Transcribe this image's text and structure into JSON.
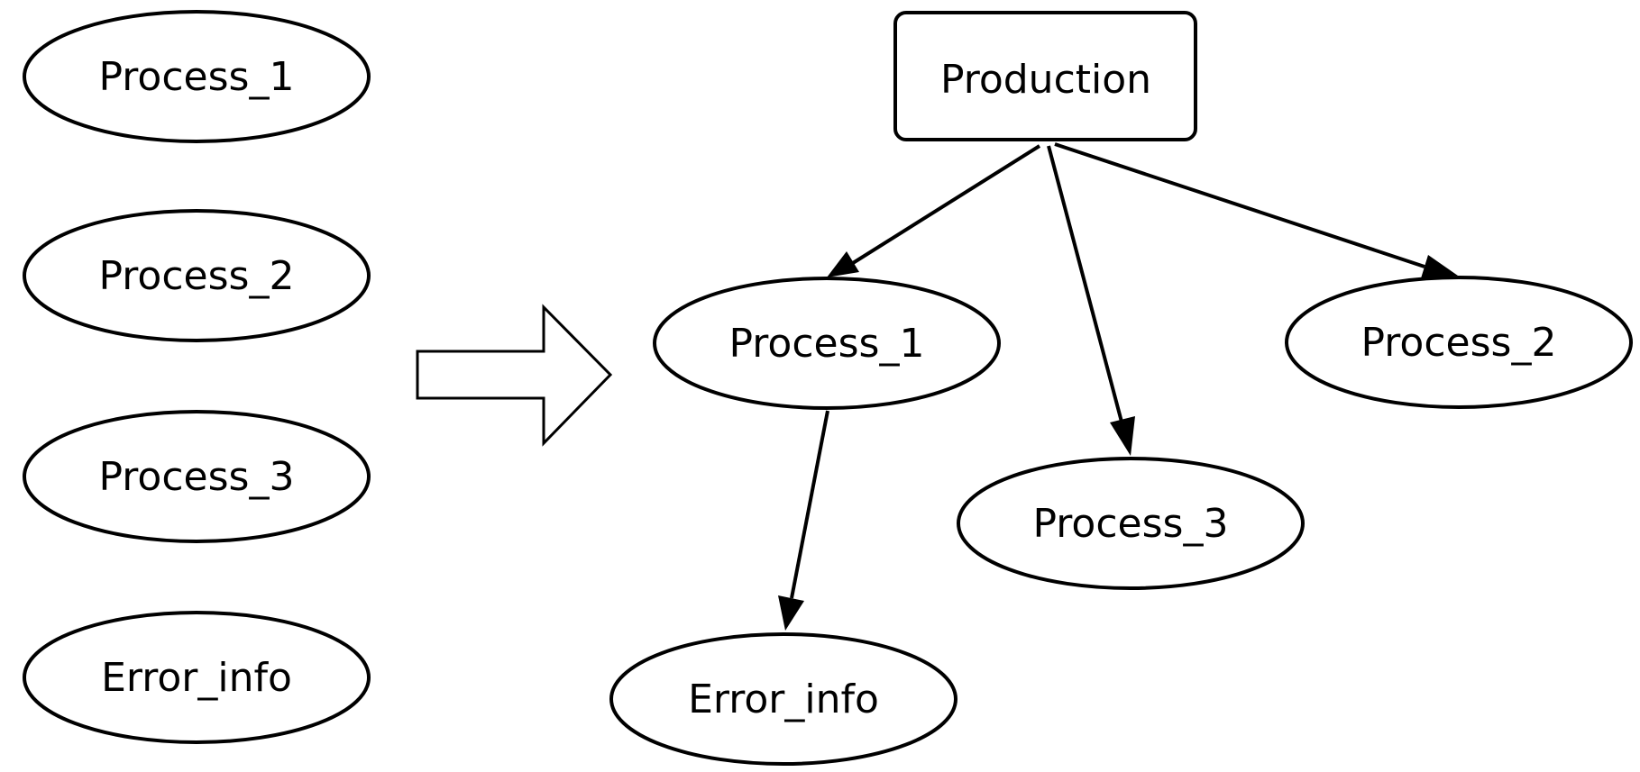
{
  "diagram": {
    "input_list": {
      "process_1": "Process_1",
      "process_2": "Process_2",
      "process_3": "Process_3",
      "error_info": "Error_info"
    },
    "tree": {
      "root": "Production",
      "process_1": "Process_1",
      "process_2": "Process_2",
      "process_3": "Process_3",
      "error_info": "Error_info"
    },
    "edges": [
      {
        "from": "Production",
        "to": "Process_1"
      },
      {
        "from": "Production",
        "to": "Process_3"
      },
      {
        "from": "Production",
        "to": "Process_2"
      },
      {
        "from": "Process_1",
        "to": "Error_info"
      }
    ],
    "colors": {
      "stroke": "#000000",
      "fill": "#ffffff"
    }
  }
}
